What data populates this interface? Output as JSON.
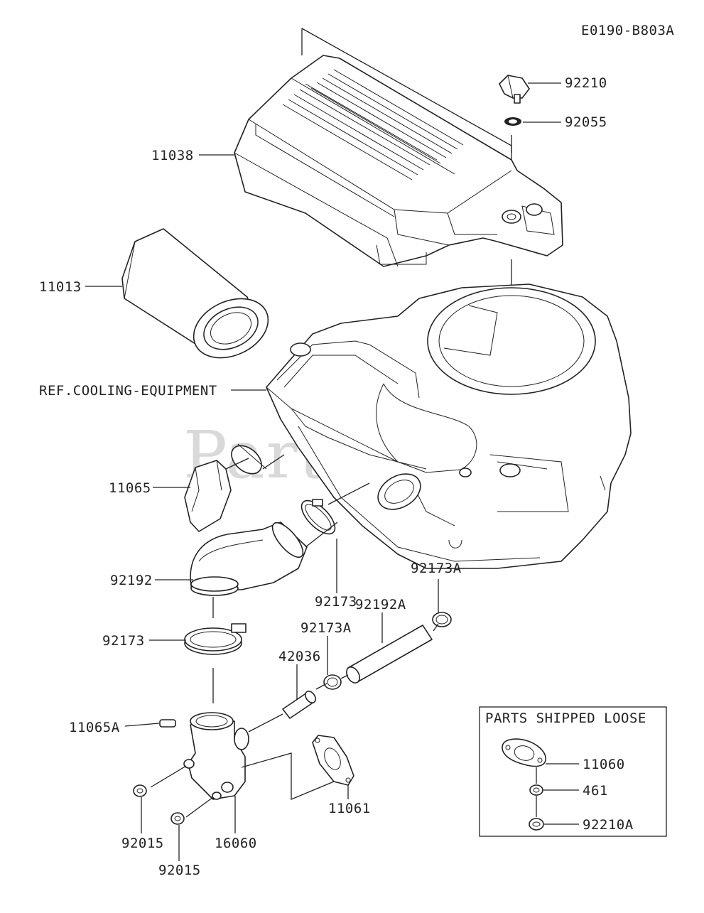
{
  "diagram_code": "E0190-B803A",
  "watermark": "PartsTree",
  "box_title": "PARTS SHIPPED LOOSE",
  "labels": {
    "p92210": "92210",
    "p92055": "92055",
    "p11038": "11038",
    "p11013": "11013",
    "ref_cooling": "REF.COOLING-EQUIPMENT",
    "p11065": "11065",
    "p92192": "92192",
    "p92173_upper": "92173",
    "p92173A_right": "92173A",
    "p92192A": "92192A",
    "p92173A_mid": "92173A",
    "p92173_left": "92173",
    "p42036": "42036",
    "p11065A": "11065A",
    "p11061": "11061",
    "p92015_a": "92015",
    "p16060": "16060",
    "p92015_b": "92015",
    "p11060": "11060",
    "p461": "461",
    "p92210A": "92210A"
  }
}
